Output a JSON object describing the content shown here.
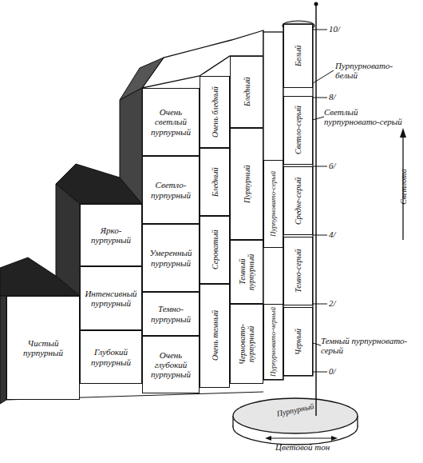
{
  "diagram": {
    "nodes": [
      {
        "text": [
          "Очень светлый пурпурный"
        ]
      },
      {
        "text": [
          "Светло-пурпурный"
        ]
      },
      {
        "text": [
          "Ярко-пурпурный"
        ]
      },
      {
        "text": [
          "Умеренный пурпурный"
        ]
      },
      {
        "text": [
          "Интенсивный пурпурный"
        ]
      },
      {
        "text": [
          "Чистый пурпурный"
        ]
      },
      {
        "text": [
          "Темно-пурпурный"
        ]
      },
      {
        "text": [
          "Глубокий пурпурный"
        ]
      },
      {
        "text": [
          "Очень глубокий пурпурный"
        ]
      },
      {
        "text": [
          "Очень бледный"
        ]
      },
      {
        "text": [
          "Бледный"
        ]
      },
      {
        "text": [
          "Сероватый"
        ]
      },
      {
        "text": [
          "Очень темный"
        ]
      },
      {
        "text": [
          "Бледный"
        ]
      },
      {
        "text": [
          "Пурпурный"
        ]
      },
      {
        "text": [
          "Темный пурпурный"
        ]
      },
      {
        "text": [
          "Черновато-пурпурный"
        ]
      },
      {
        "text": [
          "Пурпурновато-серый"
        ]
      },
      {
        "text": [
          "Пурпурновато-черный"
        ]
      },
      {
        "text": [
          "Белый"
        ]
      },
      {
        "text": [
          "Светло-серый"
        ]
      },
      {
        "text": [
          "Средне-серый"
        ]
      },
      {
        "text": [
          "Темно-серый"
        ]
      },
      {
        "text": [
          "Черный"
        ]
      }
    ],
    "labels": [
      "10/",
      "8/",
      "6/",
      "4/",
      "2/",
      "0/",
      "Пурпурновато-белый",
      "Светлый пурпурновато-серый",
      "Темный пурпурновато-серый",
      "Светлота",
      "Пурпурный",
      "Цветовой тон"
    ]
  }
}
